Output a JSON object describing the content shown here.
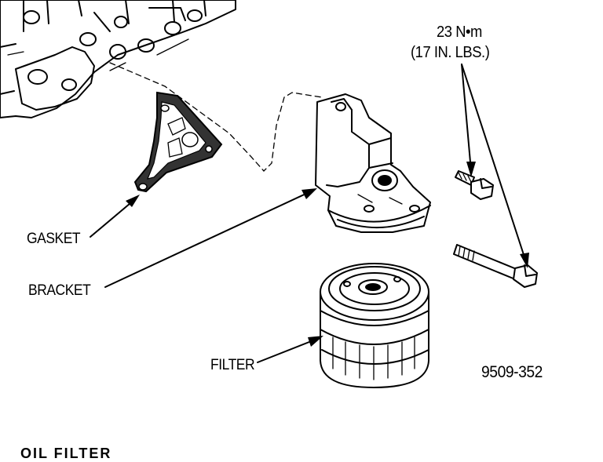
{
  "labels": {
    "gasket": "GASKET",
    "bracket": "BRACKET",
    "filter": "FILTER",
    "torque_metric": "23 N•m",
    "torque_imperial": "(17 IN. LBS.)",
    "figure_number": "9509-352",
    "footer": "OIL FILTER"
  },
  "icons": {
    "engine_block": "engine-block-illustration",
    "gasket": "gasket-illustration",
    "bracket": "bracket-illustration",
    "filter": "oil-filter-illustration",
    "bolt_short": "short-bolt-illustration",
    "bolt_long": "long-bolt-illustration"
  },
  "colors": {
    "ink": "#000000",
    "paper": "#ffffff"
  }
}
